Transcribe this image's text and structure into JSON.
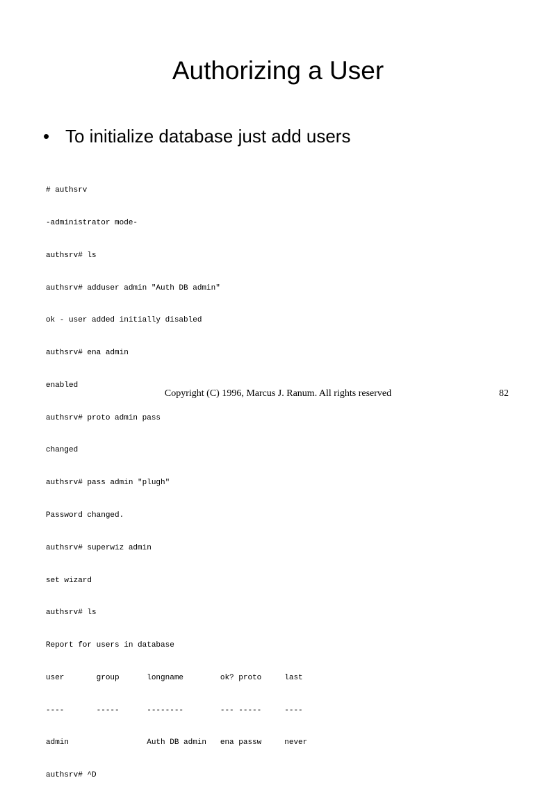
{
  "slide": {
    "title": "Authorizing a User",
    "bullets": [
      {
        "marker": "•",
        "text": "To initialize database just add users"
      }
    ],
    "terminal": {
      "lines": [
        "# authsrv",
        "-administrator mode-",
        "authsrv# ls",
        "authsrv# adduser admin \"Auth DB admin\"",
        "ok - user added initially disabled",
        "authsrv# ena admin",
        "enabled",
        "authsrv# proto admin pass",
        "changed",
        "authsrv# pass admin \"plugh\"",
        "Password changed.",
        "authsrv# superwiz admin",
        "set wizard",
        "authsrv# ls",
        "Report for users in database",
        "user       group      longname        ok? proto     last",
        "----       -----      --------        --- -----     ----",
        "admin                 Auth DB admin   ena passw     never",
        "authsrv# ^D"
      ],
      "report": {
        "headers": [
          "user",
          "group",
          "longname",
          "ok?",
          "proto",
          "last"
        ],
        "separators": [
          "----",
          "-----",
          "--------",
          "---",
          "-----",
          "----"
        ],
        "rows": [
          [
            "admin",
            "",
            "Auth DB admin",
            "ena",
            "passw",
            "never"
          ]
        ]
      },
      "prompt": "authsrv#",
      "commands": [
        "authsrv",
        "ls",
        "adduser admin \"Auth DB admin\"",
        "ena admin",
        "proto admin pass",
        "pass admin \"plugh\"",
        "superwiz admin",
        "ls",
        "^D"
      ]
    },
    "footer": {
      "copyright": "Copyright (C) 1996, Marcus J. Ranum. All rights reserved",
      "page_number": "82"
    },
    "colors": {
      "background": "#ffffff",
      "text": "#000000"
    }
  }
}
